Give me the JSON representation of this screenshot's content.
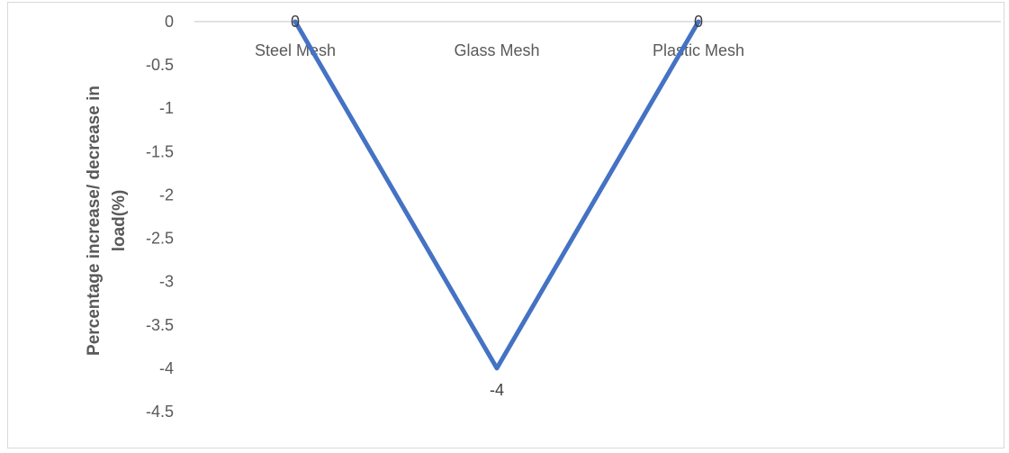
{
  "chart_data": {
    "type": "line",
    "title": "",
    "xlabel": "",
    "ylabel": "Percentage increase/ decrease in load(%)",
    "ylabel_lines": [
      "Percentage increase/ decrease in",
      "load(%)"
    ],
    "categories": [
      "Steel Mesh",
      "Glass Mesh",
      "Plastic Mesh"
    ],
    "series": [
      {
        "values": [
          0,
          -4,
          0
        ]
      }
    ],
    "data_labels": [
      "0",
      "-4",
      "0"
    ],
    "ylim": [
      -4.5,
      0
    ],
    "yticks": [
      0,
      -0.5,
      -1,
      -1.5,
      -2,
      -2.5,
      -3,
      -3.5,
      -4,
      -4.5
    ],
    "ytick_labels": [
      "0",
      "-0.5",
      "-1",
      "-1.5",
      "-2",
      "-2.5",
      "-3",
      "-3.5",
      "-4",
      "-4.5"
    ],
    "grid": false,
    "legend": "none",
    "colors": {
      "line": "#4472C4",
      "axis": "#d9d9d9",
      "text": "#595959"
    }
  }
}
